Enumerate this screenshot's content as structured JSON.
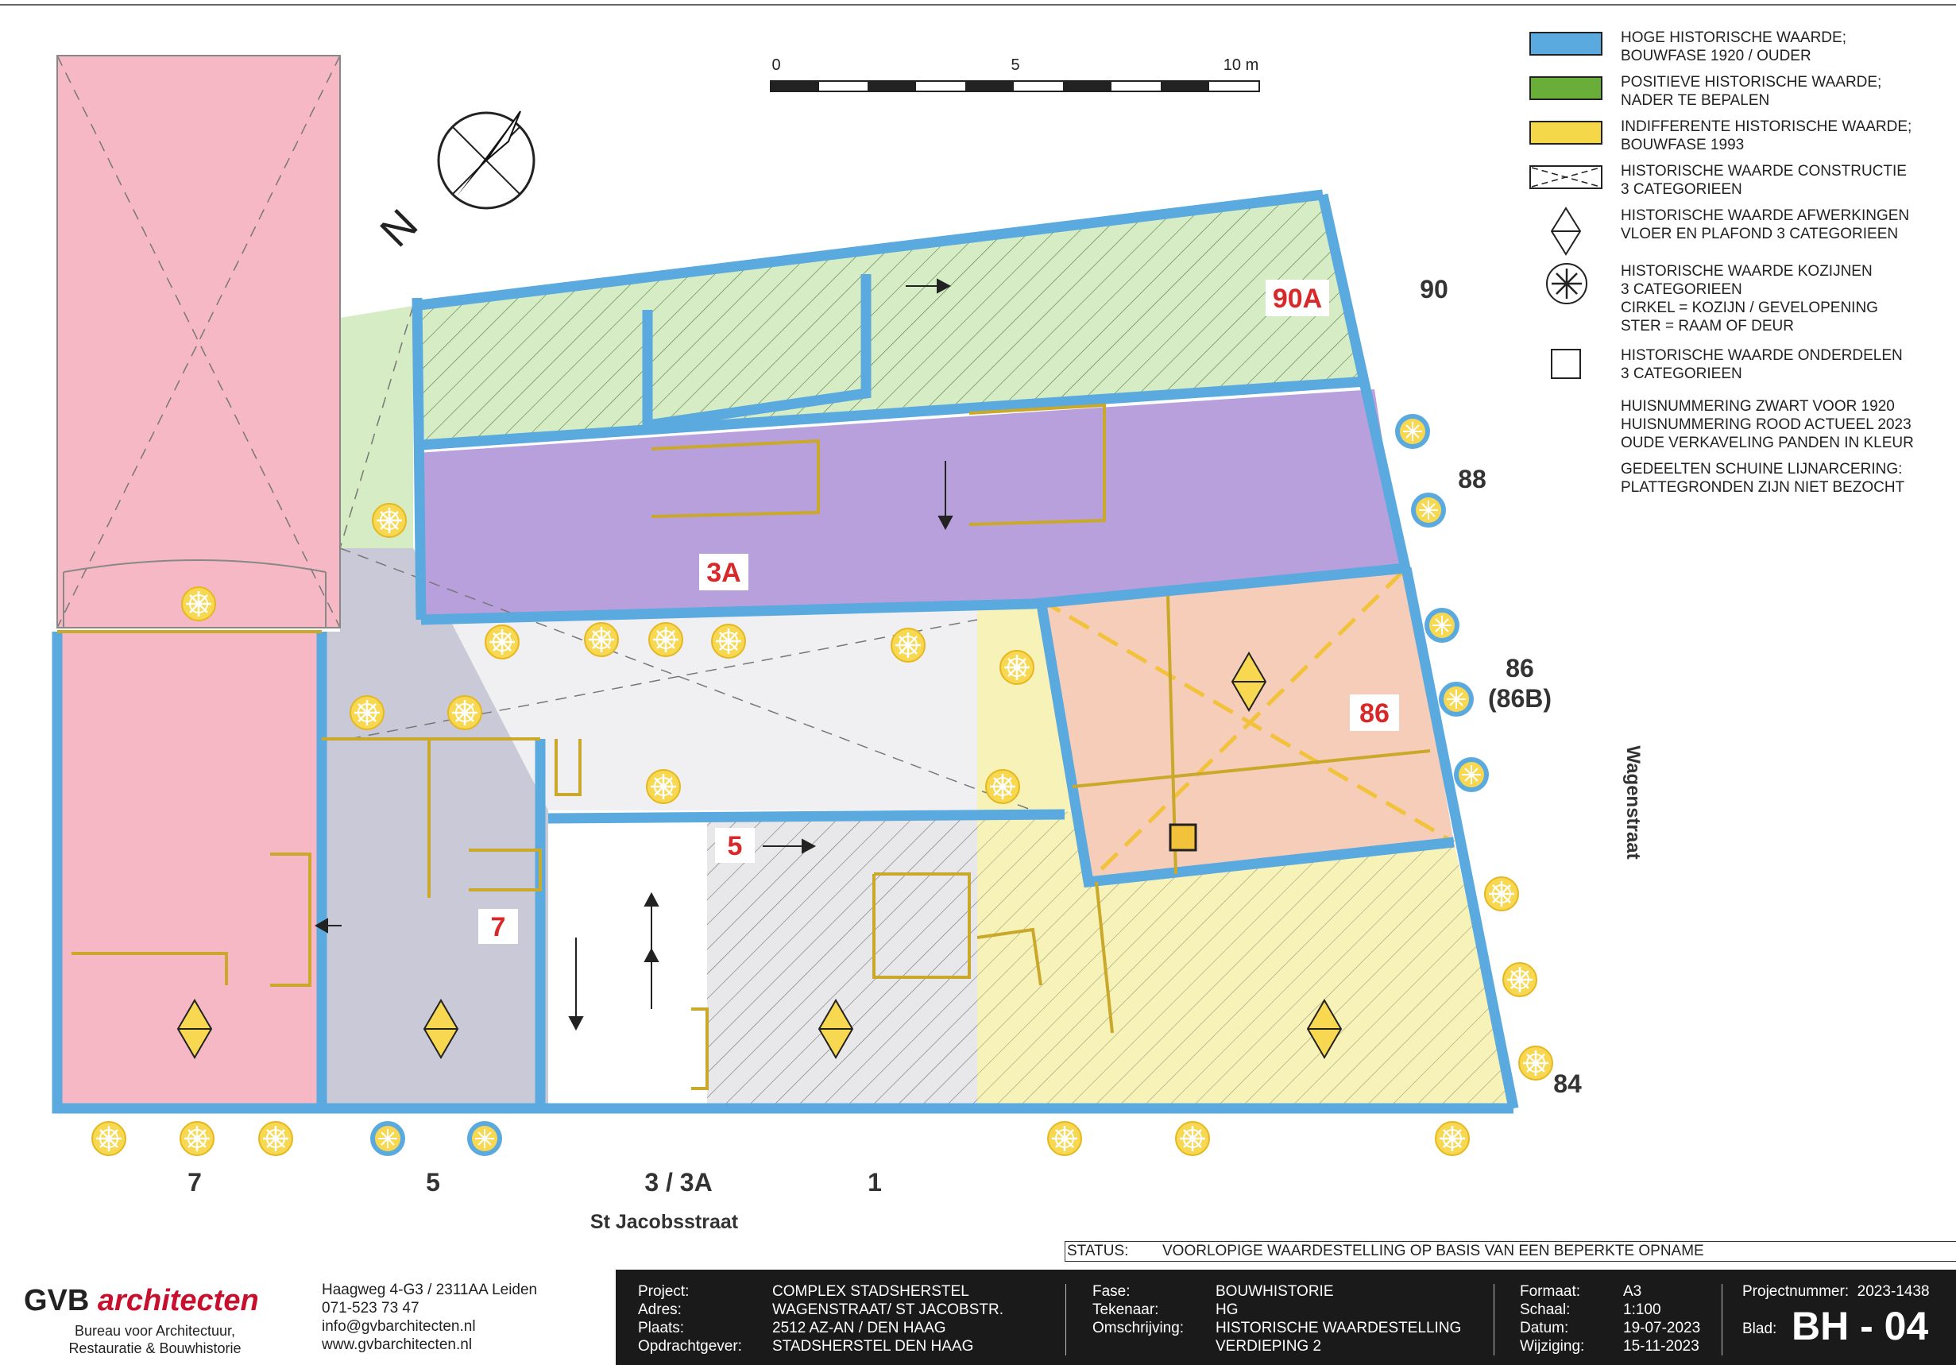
{
  "scale": {
    "ticks": [
      "0",
      "5",
      "10 m"
    ]
  },
  "plan_labels": {
    "red": {
      "l90a": "90A",
      "l3a": "3A",
      "l86": "86",
      "l5": "5",
      "l7": "7"
    },
    "house_numbers": {
      "n90": "90",
      "n88": "88",
      "n86": "86",
      "n86b": "(86B)",
      "n84": "84",
      "s7": "7",
      "s5": "5",
      "s3": "3 / 3A",
      "s1": "1"
    },
    "streets": {
      "south": "St Jacobsstraat",
      "east": "Wagenstraat"
    },
    "north": "N"
  },
  "legend": [
    {
      "symbol": "blue-band",
      "text": "HOGE HISTORISCHE WAARDE;\nBOUWFASE 1920 / OUDER"
    },
    {
      "symbol": "green-band",
      "text": "POSITIEVE HISTORISCHE WAARDE;\nNADER TE BEPALEN"
    },
    {
      "symbol": "yellow-band",
      "text": "INDIFFERENTE HISTORISCHE WAARDE;\nBOUWFASE 1993"
    },
    {
      "symbol": "hatched-construction",
      "text": "HISTORISCHE WAARDE CONSTRUCTIE\n3 CATEGORIEEN"
    },
    {
      "symbol": "diamond",
      "text": "HISTORISCHE WAARDE AFWERKINGEN\nVLOER EN PLAFOND 3 CATEGORIEEN"
    },
    {
      "symbol": "asterisk-circle",
      "text": "HISTORISCHE WAARDE KOZIJNEN\n3 CATEGORIEEN\nCIRKEL = KOZIJN / GEVELOPENING\nSTER = RAAM OF DEUR"
    },
    {
      "symbol": "square",
      "text": "HISTORISCHE WAARDE ONDERDELEN\n3 CATEGORIEEN"
    }
  ],
  "legend_notes": {
    "numbering": "HUISNUMMERING ZWART VOOR 1920\nHUISNUMMERING ROOD ACTUEEL 2023\nOUDE VERKAVELING PANDEN IN KLEUR",
    "hatch": "GEDEELTEN SCHUINE LIJNARCERING:\nPLATTEGRONDEN ZIJN NIET BEZOCHT"
  },
  "status": {
    "label": "STATUS:",
    "text": "VOORLOPIGE WAARDESTELLING OP BASIS VAN EEN BEPERKTE OPNAME"
  },
  "title_block": {
    "firm": {
      "name_a": "GVB",
      "name_b": "architecten",
      "tagline": "Bureau voor Architectuur,\nRestauratie & Bouwhistorie"
    },
    "contact": {
      "address": "Haagweg 4-G3   / 2311AA Leiden",
      "phone": "071-523 73 47",
      "email": "info@gvbarchitecten.nl",
      "web": "www.gvbarchitecten.nl"
    },
    "project_labels": [
      "Project:",
      "Adres:",
      "Plaats:",
      "Opdrachtgever:"
    ],
    "project_values": [
      "COMPLEX STADSHERSTEL",
      "WAGENSTRAAT/ ST JACOBSTR.",
      "2512 AZ-AN / DEN HAAG",
      "STADSHERSTEL DEN HAAG"
    ],
    "phase_labels": [
      "Fase:",
      "Tekenaar:",
      "Omschrijving:"
    ],
    "phase_values": [
      "BOUWHISTORIE",
      "HG",
      "HISTORISCHE WAARDESTELLING",
      "VERDIEPING 2"
    ],
    "format_labels": [
      "Formaat:",
      "Schaal:",
      "Datum:",
      "Wijziging:"
    ],
    "format_values": [
      "A3",
      "1:100",
      "19-07-2023",
      "15-11-2023"
    ],
    "projectnumber_label": "Projectnummer:",
    "projectnumber": "2023-1438",
    "blad_label": "Blad:",
    "blad": "BH -  04"
  },
  "colors": {
    "high_value_blue": "#5aa9df",
    "positive_green": "#6aae3a",
    "indifferent_yellow": "#f4d84a",
    "plot_pink": "#f6b8c4",
    "plot_purple": "#b8a0dc",
    "plot_grey": "#c9c9d8",
    "plot_salmon": "#f5cdb8",
    "plot_lightgreen": "#d6ecc4",
    "plot_lightyellow": "#f7f2b8",
    "label_red": "#d8282a"
  }
}
